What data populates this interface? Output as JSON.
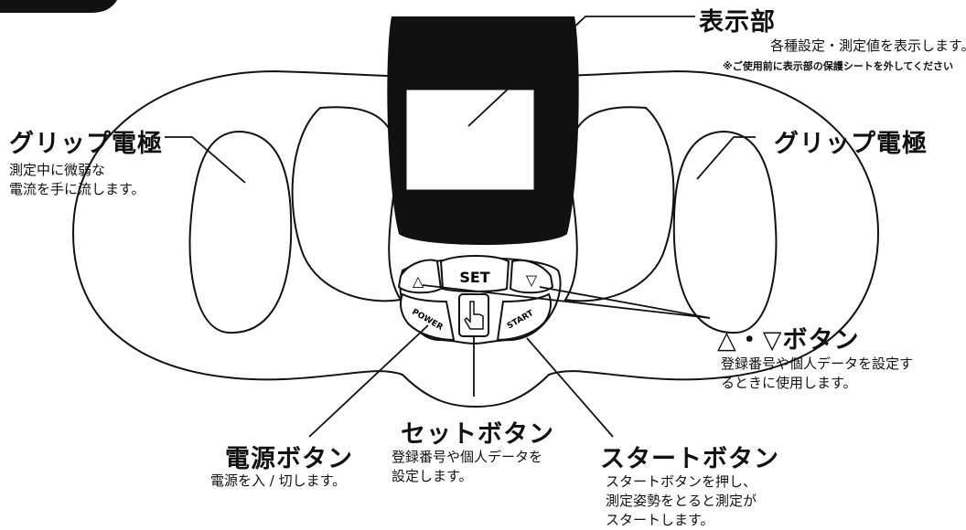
{
  "corner_tab": "",
  "device": {
    "buttons": {
      "set": "SET",
      "up": "△",
      "down": "▽",
      "power": "POWER",
      "start": "START"
    }
  },
  "labels": {
    "display": {
      "title": "表示部",
      "desc": "各種設定・測定値を表示します。",
      "note": "※ご使用前に表示部の保護シートを外してください"
    },
    "grip_left": {
      "title": "グリップ電極",
      "desc": "測定中に微弱な\n電流を手に流します。"
    },
    "grip_right": {
      "title": "グリップ電極"
    },
    "updown": {
      "title": "△・▽ボタン",
      "desc": "登録番号や個人データを設定す\nるときに使用します。"
    },
    "power": {
      "title": "電源ボタン",
      "desc": "電源を入 / 切します。"
    },
    "set": {
      "title": "セットボタン",
      "desc": "登録番号や個人データを\n設定します。"
    },
    "start": {
      "title": "スタートボタン",
      "desc": "スタートボタンを押し、\n測定姿勢をとると測定が\nスタートします。"
    }
  }
}
